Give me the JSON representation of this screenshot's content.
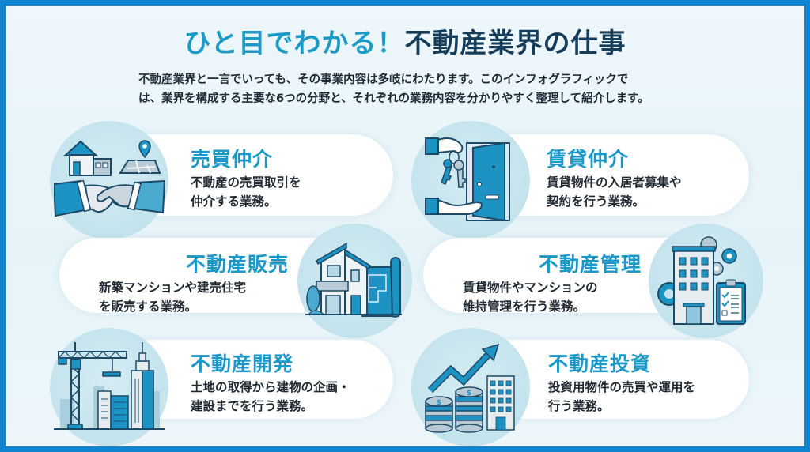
{
  "header": {
    "title_accent": "ひと目でわかる！",
    "title_main": "不動産業界の仕事",
    "intro_lines": [
      "不動産業界と一言でいっても、その事業内容は多岐にわたります。このインフォグラフィックで",
      "は、業界を構成する主要な6つの分野と、それぞれの業務内容を分かりやすく整理して紹介します。"
    ]
  },
  "colors": {
    "border": "#1185cf",
    "accent": "#1a98c8",
    "title_dark": "#163d5a",
    "icon_circle": "#c4e3ed"
  },
  "cards": [
    {
      "title": "売買仲介",
      "desc_lines": [
        "不動産の売買取引を",
        "仲介する業務。"
      ],
      "icon": "handshake-house-map-icon"
    },
    {
      "title": "賃貸仲介",
      "desc_lines": [
        "賃貸物件の入居者募集や",
        "契約を行う業務。"
      ],
      "icon": "key-door-icon"
    },
    {
      "title": "不動産販売",
      "desc_lines": [
        "新築マンションや建売住宅",
        "を販売する業務。"
      ],
      "icon": "house-blueprint-icon"
    },
    {
      "title": "不動産管理",
      "desc_lines": [
        "賃貸物件やマンションの",
        "維持管理を行う業務。"
      ],
      "icon": "building-gears-clipboard-icon"
    },
    {
      "title": "不動産開発",
      "desc_lines": [
        "土地の取得から建物の企画・",
        "建設までを行う業務。"
      ],
      "icon": "crane-skyscraper-icon"
    },
    {
      "title": "不動産投資",
      "desc_lines": [
        "投資用物件の売買や運用を",
        "行う業務。"
      ],
      "icon": "coins-growth-building-icon"
    }
  ]
}
